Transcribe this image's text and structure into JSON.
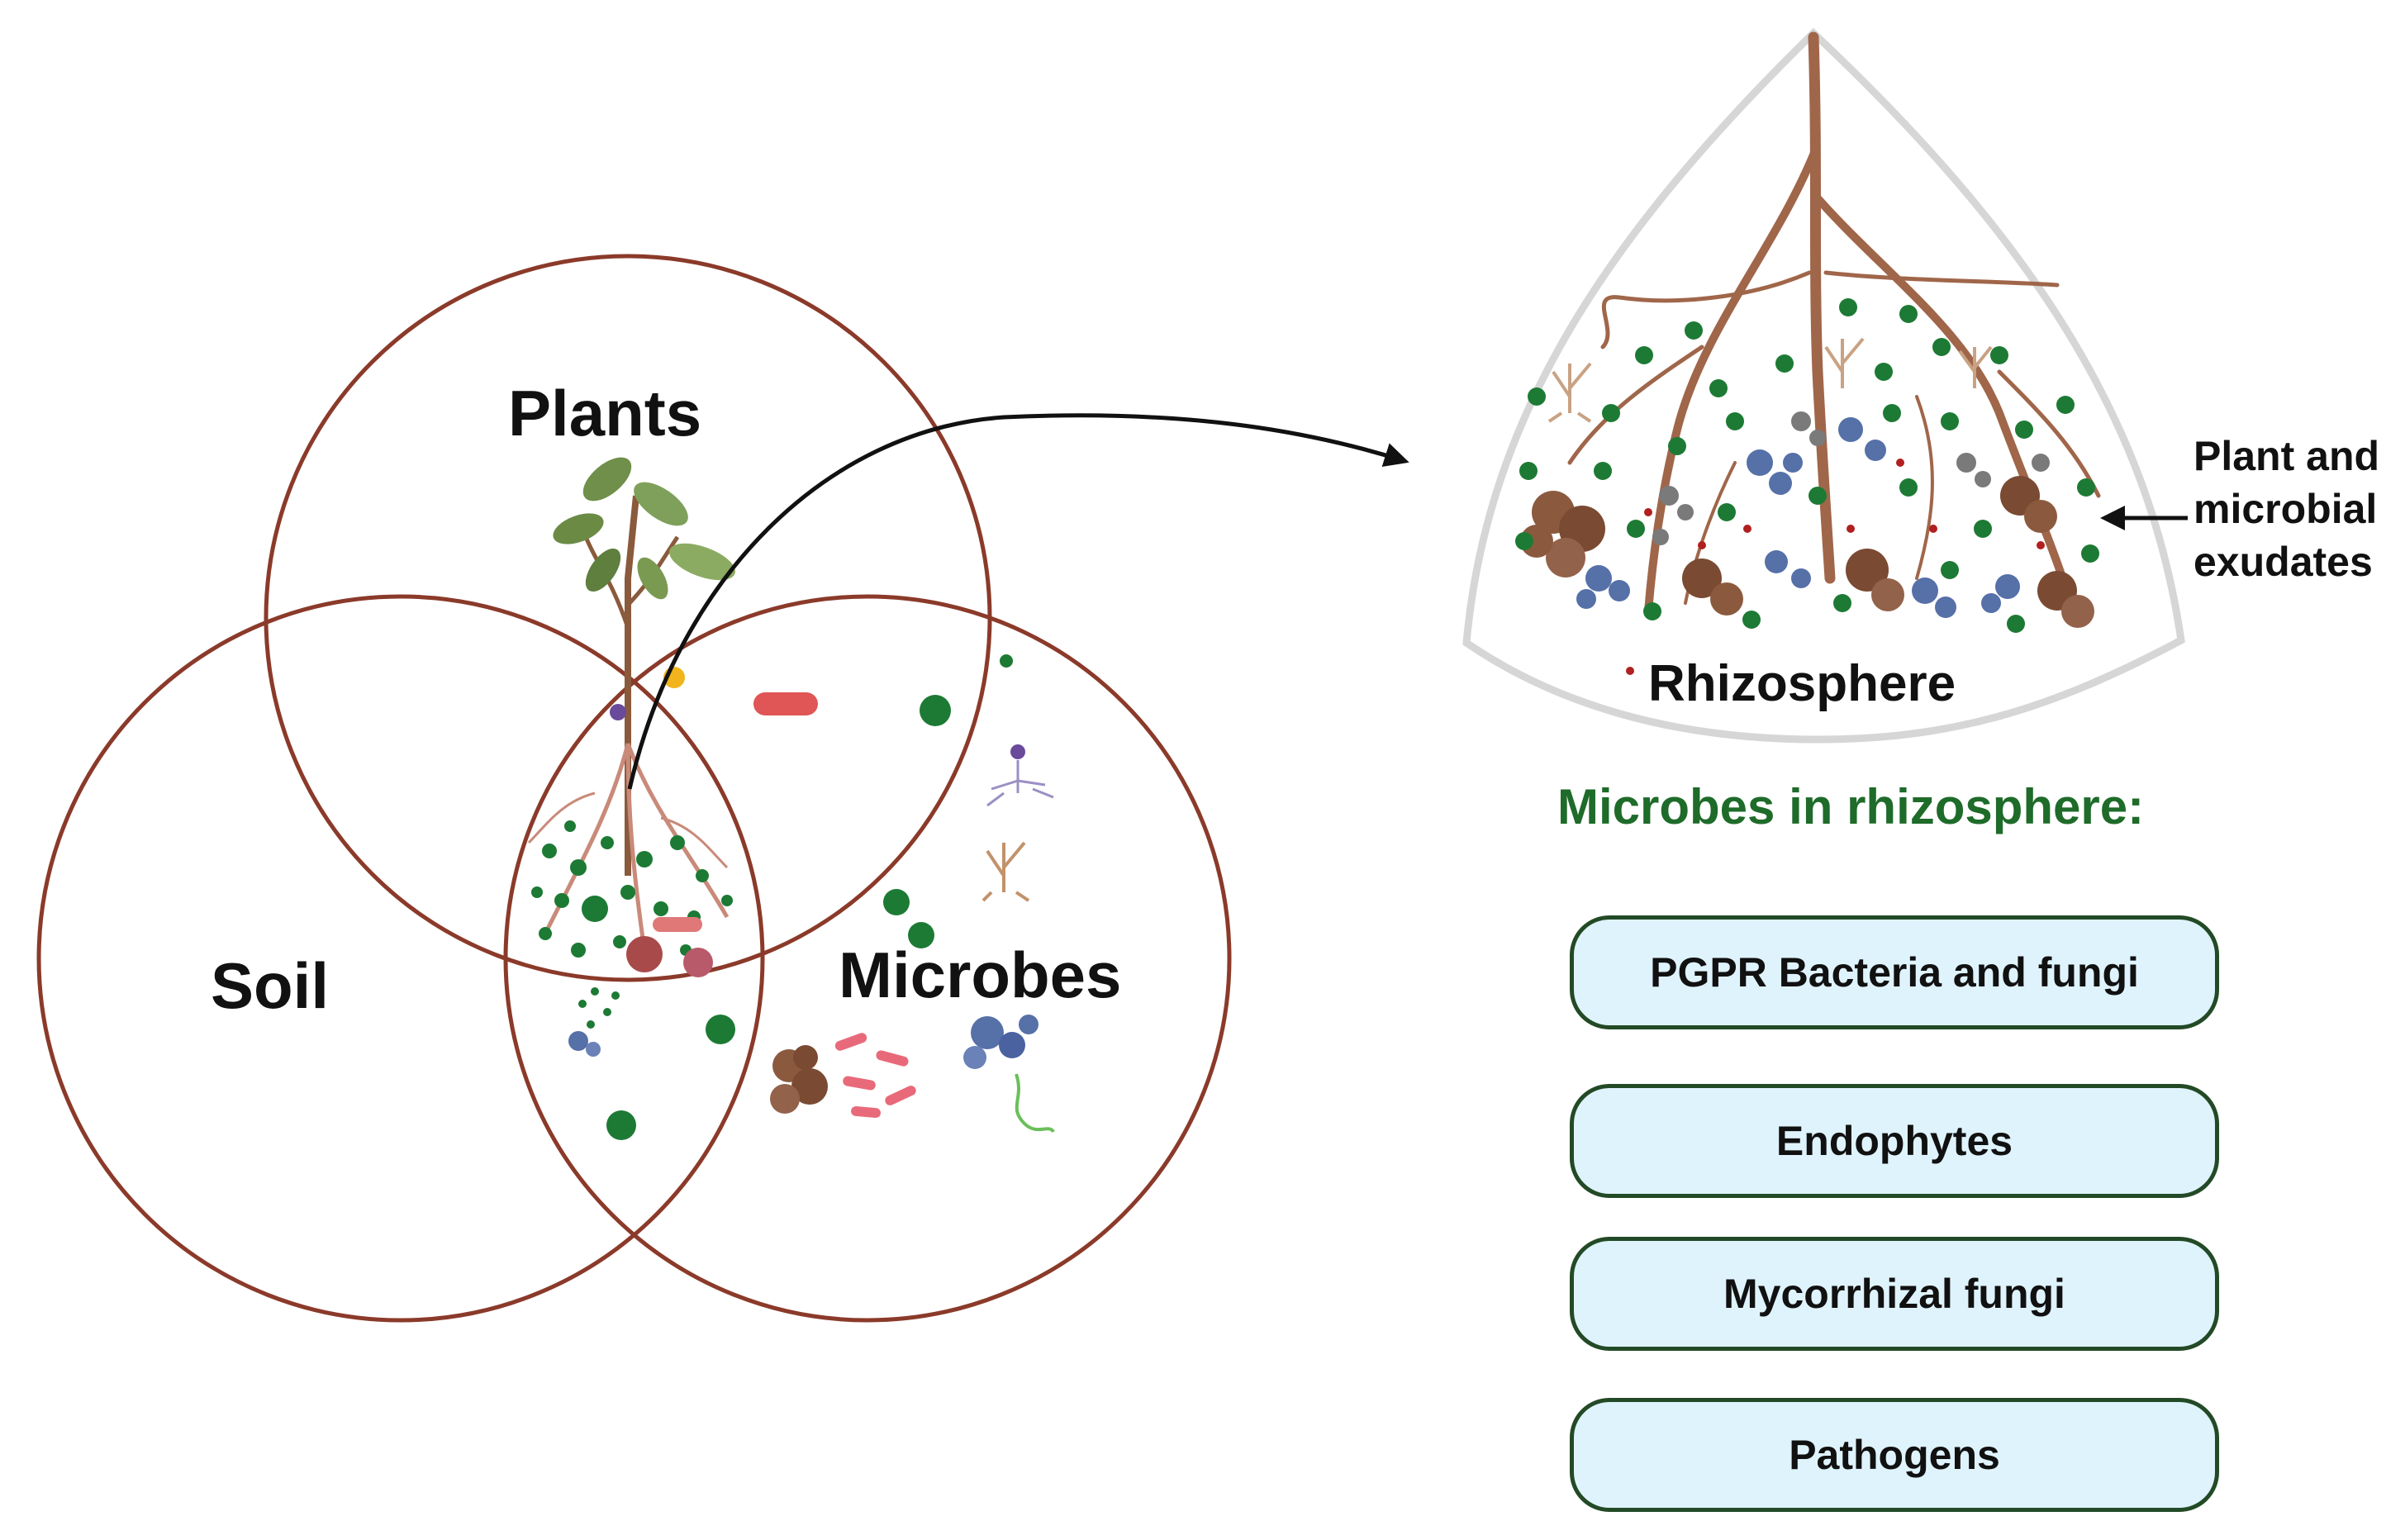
{
  "venn": {
    "plants_label": "Plants",
    "soil_label": "Soil",
    "microbes_label": "Microbes"
  },
  "rhizosphere": {
    "label": "Rhizosphere",
    "exudates_label": [
      "Plant and",
      "microbial",
      "exudates"
    ]
  },
  "microbes_section": {
    "title": "Microbes in rhizosphere:",
    "categories": [
      "PGPR Bacteria and fungi",
      "Endophytes",
      "Mycorrhizal fungi",
      "Pathogens"
    ]
  },
  "colors": {
    "circle_stroke": "#8b3a2a",
    "root_brown": "#a0664a",
    "microbe_green": "#1d7a34",
    "title_green": "#1e6b2a",
    "box_fill": "#dff3fd",
    "box_border": "#234a26"
  }
}
